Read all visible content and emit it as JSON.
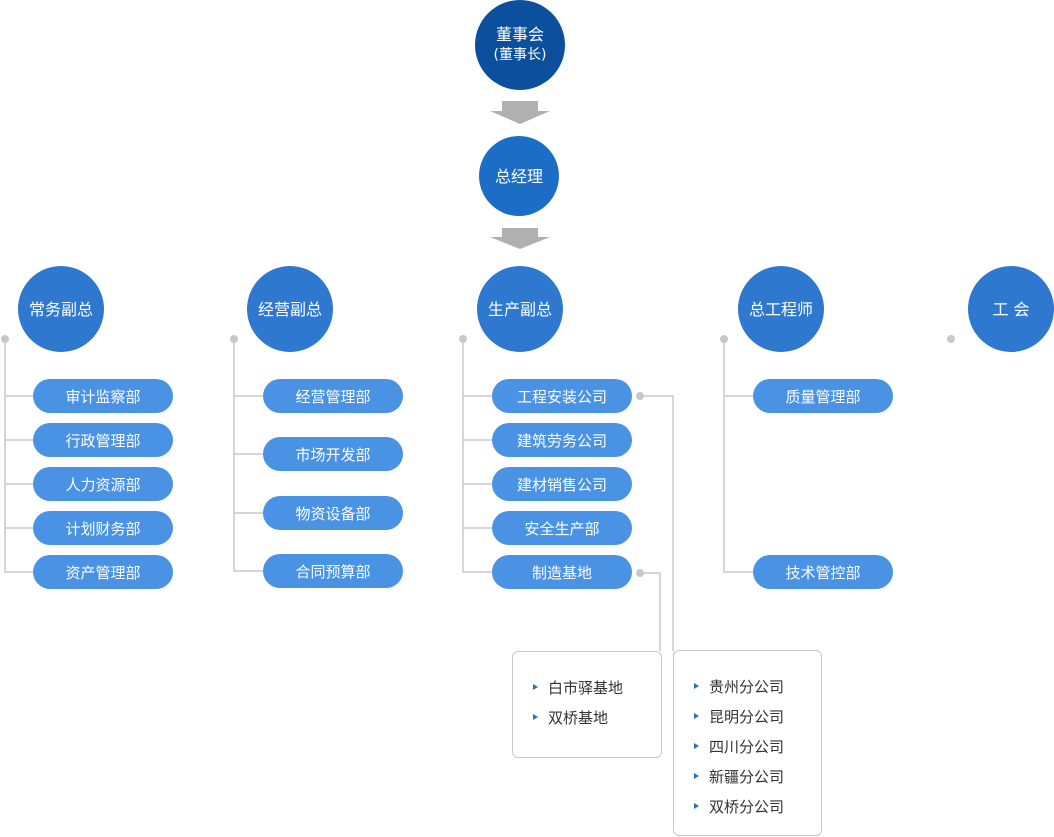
{
  "top": {
    "board": {
      "title": "董事会",
      "subtitle": "(董事长)"
    },
    "gm": {
      "title": "总经理"
    }
  },
  "branches": [
    {
      "head": "常务副总",
      "items": [
        "审计监察部",
        "行政管理部",
        "人力资源部",
        "计划财务部",
        "资产管理部"
      ]
    },
    {
      "head": "经营副总",
      "items": [
        "经营管理部",
        "市场开发部",
        "物资设备部",
        "合同预算部"
      ]
    },
    {
      "head": "生产副总",
      "items": [
        "工程安装公司",
        "建筑劳务公司",
        "建材销售公司",
        "安全生产部",
        "制造基地"
      ]
    },
    {
      "head": "总工程师",
      "items": [
        "质量管理部",
        "技术管控部"
      ]
    },
    {
      "head": "工 会",
      "items": []
    }
  ],
  "manufacturing_bases": [
    "白市驿基地",
    "双桥基地"
  ],
  "installation_branches": [
    "贵州分公司",
    "昆明分公司",
    "四川分公司",
    "新疆分公司",
    "双桥分公司"
  ],
  "colors": {
    "board": "#0c4f9c",
    "gm": "#1c6dc6",
    "vp": "#2f78d0",
    "dept": "#4a93e4",
    "line": "#c8c8c8",
    "arrow": "#b0b0b0"
  }
}
